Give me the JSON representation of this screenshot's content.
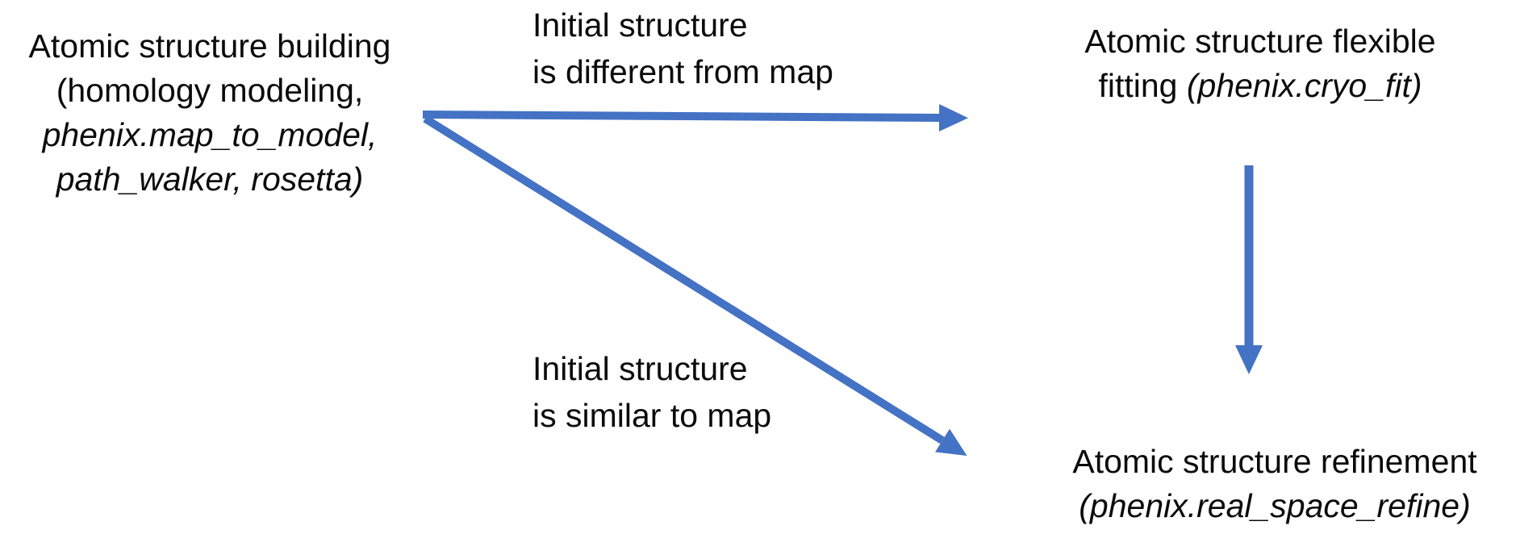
{
  "diagram": {
    "background": "#ffffff",
    "text_color": "#0b0b0b",
    "arrow_color": "#4472C4"
  },
  "nodes": {
    "building": {
      "lines": [
        {
          "text": "Atomic structure building"
        },
        {
          "text": "(homology modeling,"
        },
        {
          "text": "phenix.map_to_model,"
        },
        {
          "text": "path_walker, rosetta)"
        }
      ]
    },
    "fitting": {
      "line1": "Atomic structure flexible",
      "line2_regular": "fitting ",
      "line2_italic": "(phenix.cryo_fit)"
    },
    "refinement": {
      "line1": "Atomic structure refinement",
      "line2_italic": "(phenix.real_space_refine)"
    }
  },
  "edge_labels": {
    "different": {
      "line1": "Initial structure",
      "line2": "is different from map"
    },
    "similar": {
      "line1": "Initial structure",
      "line2": "is similar to map"
    }
  },
  "arrows": [
    {
      "name": "building-to-fitting-arrow"
    },
    {
      "name": "building-to-refinement-arrow"
    },
    {
      "name": "fitting-to-refinement-arrow"
    }
  ]
}
